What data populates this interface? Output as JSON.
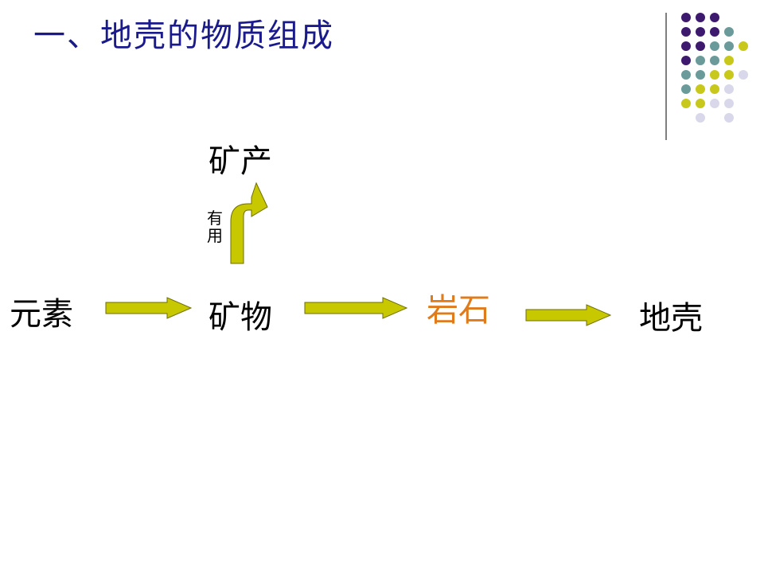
{
  "slide": {
    "title": "一、地壳的物质组成"
  },
  "diagram": {
    "nodes": {
      "elements": "元素",
      "minerals": "矿物",
      "rocks": "岩石",
      "crust": "地壳",
      "mineral_deposits": "矿产"
    },
    "branch_label": [
      "有",
      "用"
    ],
    "colors": {
      "arrow_fill": "#c8c800",
      "arrow_stroke": "#6e6e00",
      "rocks_text": "#e07b1c",
      "title_text": "#1a1a8c"
    }
  },
  "decoration": {
    "dot_colors": {
      "purple": "#3d1a6e",
      "teal": "#6a9a9a",
      "yellow": "#c8c81a",
      "lavender": "#d8d8ea"
    }
  }
}
